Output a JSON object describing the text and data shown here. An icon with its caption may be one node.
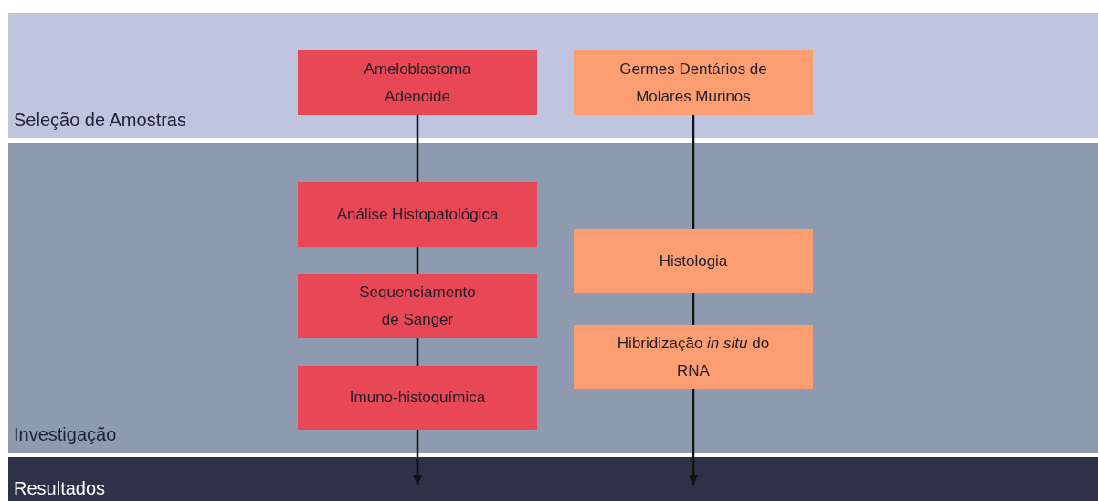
{
  "diagram": {
    "nodes": [
      {
        "text": [
          "Seleção de Amostras"
        ]
      },
      {
        "text": [
          "Ameloblastoma Adenoide"
        ],
        "in": 0
      },
      {
        "text": [
          "Germes Dentários de Molares Murinos"
        ],
        "in": 0
      },
      {
        "text": [
          "Investigação"
        ]
      },
      {
        "text": [
          "Análise Histopatológica"
        ],
        "in": 3
      },
      {
        "text": [
          "Histologia"
        ],
        "in": 3
      },
      {
        "text": [
          "Sequenciamento de Sanger"
        ],
        "in": 3
      },
      {
        "text": [
          "Hibridização *in situ* do RNA"
        ],
        "in": 3
      },
      {
        "text": [
          "Imuno-histoquímica"
        ],
        "in": 3
      },
      {
        "text": [
          "Resultados"
        ]
      }
    ],
    "edges": [
      {
        "from": 1,
        "to": 4,
        "arrow": "none"
      },
      {
        "from": 4,
        "to": 6,
        "arrow": "none"
      },
      {
        "from": 6,
        "to": 8,
        "arrow": "none"
      },
      {
        "from": 8,
        "to": 9,
        "arrow": "to"
      },
      {
        "from": 2,
        "to": 5,
        "arrow": "none"
      },
      {
        "from": 5,
        "to": 7,
        "arrow": "none"
      },
      {
        "from": 7,
        "to": 9,
        "arrow": "to"
      }
    ]
  }
}
